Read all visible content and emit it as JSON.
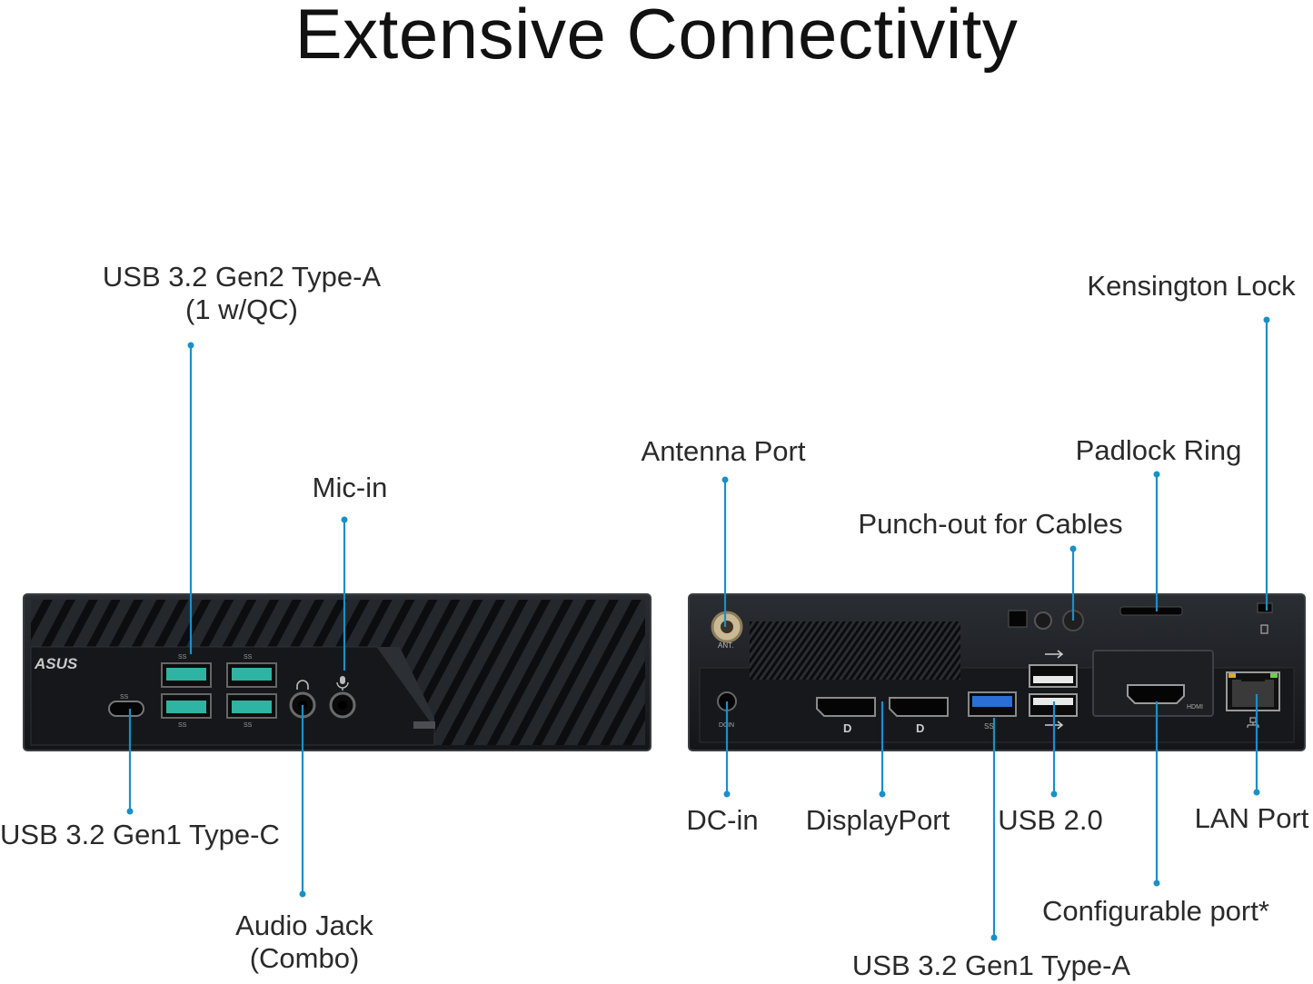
{
  "title": "Extensive Connectivity",
  "colors": {
    "leader_line": "#1a8fc8",
    "chassis": "#1b1d21",
    "usb3_port": "#2fb3a3",
    "usb_blue": "#2a6fd6"
  },
  "front_labels": {
    "usb32_gen2_a_line1": "USB 3.2 Gen2 Type-A",
    "usb32_gen2_a_line2": "(1 w/QC)",
    "mic_in": "Mic-in",
    "usb32_gen1_c": "USB 3.2 Gen1 Type-C",
    "audio_jack_line1": "Audio Jack",
    "audio_jack_line2": "(Combo)"
  },
  "rear_labels": {
    "antenna_port": "Antenna Port",
    "padlock_ring": "Padlock Ring",
    "kensington_lock": "Kensington Lock",
    "punch_out": "Punch-out for Cables",
    "dc_in": "DC-in",
    "displayport": "DisplayPort",
    "usb20": "USB 2.0",
    "lan_port": "LAN Port",
    "configurable_port": "Configurable port*",
    "usb32_gen1_a": "USB 3.2 Gen1 Type-A"
  },
  "device_markings": {
    "brand": "ASUS",
    "ss_usb": "SS",
    "ant": "ANT.",
    "hdmi": "HDMI",
    "dp": "D",
    "dc_in": "DCIN"
  }
}
